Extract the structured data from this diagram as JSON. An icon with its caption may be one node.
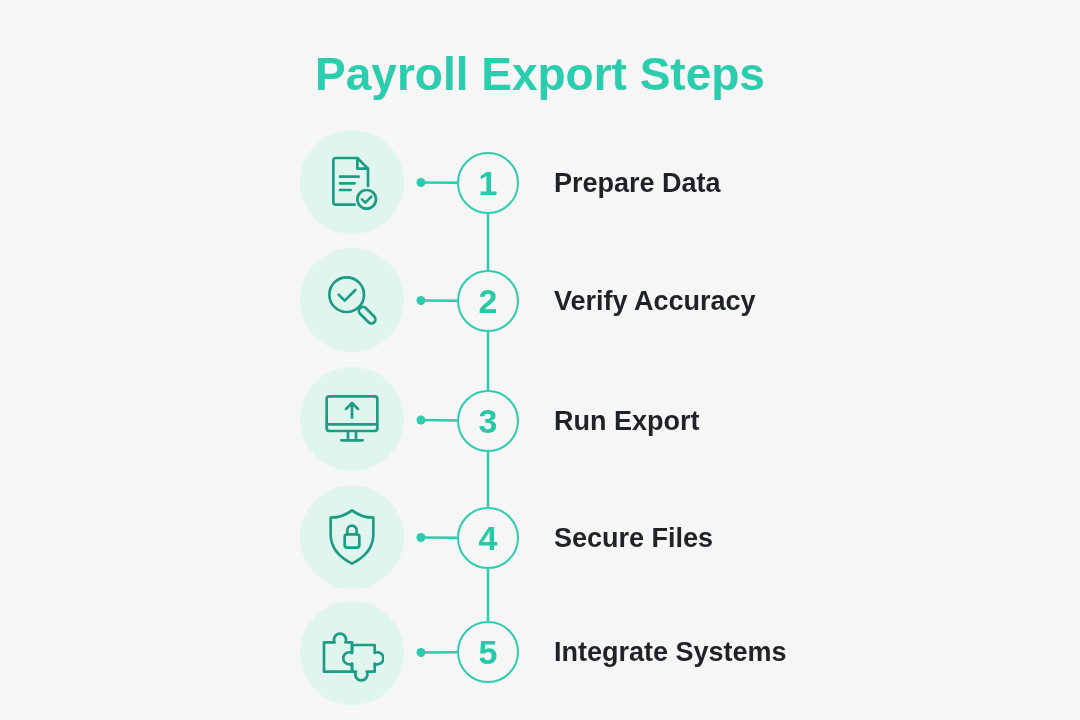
{
  "diagram": {
    "title": "Payroll Export Steps",
    "nodes": [
      {
        "text": [],
        "shape": "picture"
      },
      {
        "text": [
          "1"
        ],
        "beside": [
          "Prepare Data"
        ]
      },
      {
        "text": [],
        "shape": "picture"
      },
      {
        "text": [
          "2"
        ],
        "beside": [
          "Verify Accuracy"
        ]
      },
      {
        "text": [],
        "shape": "picture"
      },
      {
        "text": [
          "3"
        ],
        "beside": [
          "Run Export"
        ]
      },
      {
        "text": [],
        "shape": "picture"
      },
      {
        "text": [
          "4"
        ],
        "beside": [
          "Secure Files"
        ]
      },
      {
        "text": [],
        "shape": "picture"
      },
      {
        "text": [
          "5"
        ],
        "beside": [
          "Integrate Systems"
        ]
      }
    ],
    "edges": [
      {
        "from": 0,
        "to": 1,
        "arrow": "other"
      },
      {
        "from": 1,
        "to": 3,
        "arrow": "none"
      },
      {
        "from": 2,
        "to": 3,
        "arrow": "other"
      },
      {
        "from": 3,
        "to": 5,
        "arrow": "none"
      },
      {
        "from": 4,
        "to": 5,
        "arrow": "other"
      },
      {
        "from": 5,
        "to": 7,
        "arrow": "none"
      },
      {
        "from": 6,
        "to": 7,
        "arrow": "other"
      },
      {
        "from": 7,
        "to": 9,
        "arrow": "none"
      },
      {
        "from": 8,
        "to": 9,
        "arrow": "other"
      }
    ]
  }
}
